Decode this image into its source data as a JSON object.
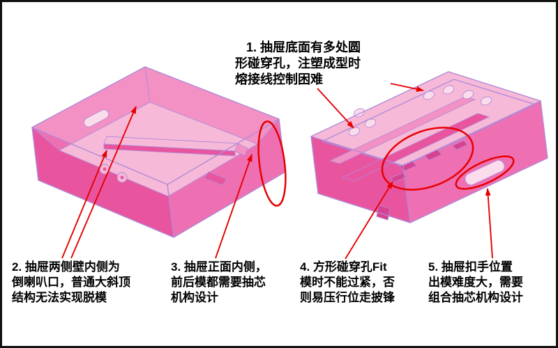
{
  "colors": {
    "annotation_red": "#e60000",
    "ink": "#111111",
    "bg": "#ffffff",
    "pink_lightest": "#fbdcec",
    "pink_light": "#f7b9d8",
    "pink_mid": "#f391c4",
    "pink_deep": "#ef6fb3",
    "pink_deeper": "#e9549f",
    "magenta_dark": "#d84090",
    "edge_purple": "#b08ad6"
  },
  "notes": [
    {
      "lines": [
        "1. 抽屉底面有多处圆",
        "形碰穿孔，注塑成型时",
        "熔接线控制困难"
      ]
    },
    {
      "lines": [
        "2. 抽屉两侧壁内侧为",
        "倒喇叭口，普通大斜顶",
        "结构无法实现脱模"
      ]
    },
    {
      "lines": [
        "3. 抽屉正面内侧，",
        "前后模都需要抽芯",
        "机构设计"
      ]
    },
    {
      "lines": [
        "4. 方形碰穿孔Fit",
        "模时不能过紧，否",
        "则易压行位走披锋"
      ]
    },
    {
      "lines": [
        "5. 抽屉扣手位置",
        "出模难度大，需要",
        "组合抽芯机构设计"
      ]
    }
  ]
}
